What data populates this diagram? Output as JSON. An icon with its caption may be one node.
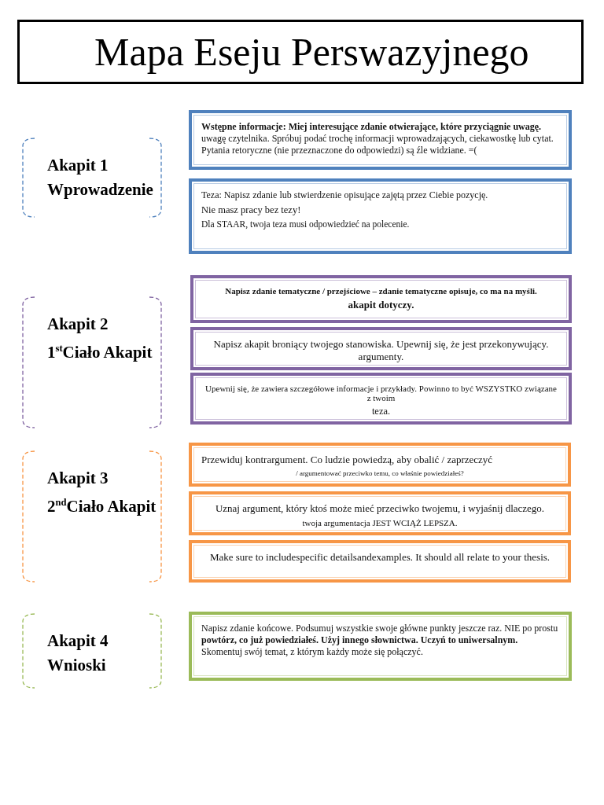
{
  "diagram": {
    "title": "Mapa Eseju Perswazyjnego",
    "nodes": [
      {
        "text": [
          "Akapit 1 Wprowadzenie"
        ]
      },
      {
        "text": [
          "**Wstępne informacje: Miej interesujące zdanie otwierające, które przyciągnie uwagę.** uwagę czytelnika. Spróbuj podać trochę informacji wprowadzających, ciekawostkę lub cytat. Pytania retoryczne (nie przeznaczone do odpowiedzi) są źle widziane. =("
        ]
      },
      {
        "text": [
          "Teza: Napisz zdanie lub stwierdzenie opisujące zajętą przez Ciebie pozycję.",
          "Nie masz pracy bez tezy!",
          "Dla STAAR, twoja teza musi odpowiedzieć na polecenie."
        ]
      },
      {
        "text": [
          "Akapit 2 1$^{st}$Ciało Akapit"
        ]
      },
      {
        "text": [
          "Napisz zdanie tematyczne / przejściowe – zdanie tematyczne opisuje, co ma na myśli.",
          "akapit dotyczy."
        ]
      },
      {
        "text": [
          "Napisz akapit broniący twojego stanowiska. Upewnij się, że jest przekonywujący. argumenty."
        ]
      },
      {
        "text": [
          "Upewnij się, że zawiera szczegółowe informacje i przykłady. Powinno to być WSZYSTKO związane z twoim",
          "teza."
        ]
      },
      {
        "text": [
          "Akapit 3 2$^{nd}$Ciało Akapit"
        ]
      },
      {
        "text": [
          "Przewiduj kontrargument. Co ludzie powiedzą, aby obalić / zaprzeczyć",
          "/ argumentować przeciwko temu, co właśnie powiedziałeś?"
        ]
      },
      {
        "text": [
          "Uznaj argument, który ktoś może mieć przeciwko twojemu, i wyjaśnij dlaczego.",
          "twoja argumentacja JEST WCIĄŻ LEPSZA."
        ]
      },
      {
        "text": [
          "Make sure to includespecific detailsandexamples. It should all relate to your thesis."
        ]
      },
      {
        "text": [
          "Akapit 4 Wnioski"
        ]
      },
      {
        "text": [
          "Napisz zdanie końcowe. Podsumuj wszystkie swoje główne punkty jeszcze raz. NIE po prostu **powtórz, co już powiedziałeś. Użyj innego słownictwa. Uczyń to uniwersalnym.** Skomentuj swój temat, z którym każdy może się połączyć."
        ]
      }
    ]
  }
}
